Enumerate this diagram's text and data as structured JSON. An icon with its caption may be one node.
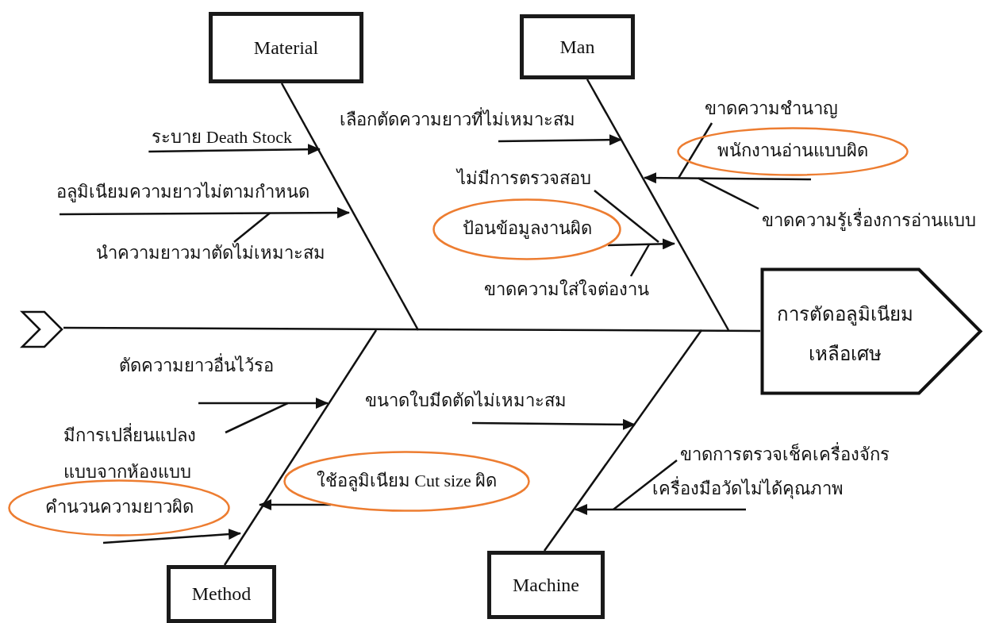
{
  "diagram": {
    "nodes": [
      {
        "text": [
          "Material"
        ]
      },
      {
        "text": [
          "Man"
        ]
      },
      {
        "text": [
          "ระบาย Death Stock"
        ]
      },
      {
        "text": [
          "อลูมิเนียมความยาวไม่ตามกำหนด"
        ]
      },
      {
        "text": [
          "นำความยาวมาตัดไม่เหมาะสม"
        ]
      },
      {
        "text": [
          "เลือกตัดความยาวที่ไม่เหมาะสม"
        ]
      },
      {
        "text": [
          "ขาดความชำนาญ"
        ]
      },
      {
        "text": [
          "พนักงานอ่านแบบผิด"
        ]
      },
      {
        "text": [
          "ไม่มีการตรวจสอบ"
        ]
      },
      {
        "text": [
          "ป้อนข้อมูลงานผิด"
        ]
      },
      {
        "text": [
          "ขาดความรู้เรื่องการอ่านแบบ"
        ]
      },
      {
        "text": [
          "ขาดความใส่ใจต่องาน"
        ]
      },
      {
        "text": [],
        "shape": "chevron"
      },
      {
        "text": [
          "การตัดอลูมิเนียมเหลือเศษ"
        ]
      },
      {
        "text": [
          "ตัดความยาวอื่นไว้รอ"
        ]
      },
      {
        "text": [
          "ขนาดใบมีดตัดไม่เหมาะสม"
        ]
      },
      {
        "text": [
          "มีการเปลี่ยนแปลงแบบจากห้องแบบ"
        ]
      },
      {
        "text": [
          "ขาดการตรวจเช็คเครื่องจักร"
        ]
      },
      {
        "text": [
          "ใช้อลูมิเนียม Cut size ผิด"
        ]
      },
      {
        "text": [
          "เครื่องมือวัดไม่ได้คุณภาพ"
        ]
      },
      {
        "text": [
          "คำนวนความยาวผิด"
        ]
      },
      {
        "text": [
          "Method"
        ]
      },
      {
        "text": [
          "Machine"
        ]
      }
    ],
    "edges": [
      {
        "from": 12,
        "to": 13,
        "arrow": "none"
      },
      {
        "from": 0,
        "to": null,
        "arrow": "none"
      },
      {
        "from": 1,
        "to": null,
        "arrow": "none"
      },
      {
        "from": 21,
        "to": null,
        "arrow": "none"
      },
      {
        "from": 22,
        "to": null,
        "arrow": "none"
      },
      {
        "from": 2,
        "to": null,
        "arrow": "to"
      },
      {
        "from": 3,
        "to": null,
        "arrow": "to"
      },
      {
        "from": 4,
        "to": 3,
        "arrow": "none"
      },
      {
        "from": 5,
        "to": null,
        "arrow": "to"
      },
      {
        "from": 6,
        "to": 7,
        "arrow": "none"
      },
      {
        "from": 7,
        "to": null,
        "arrow": "to"
      },
      {
        "from": 10,
        "to": 7,
        "arrow": "none"
      },
      {
        "from": 8,
        "to": null,
        "arrow": "none"
      },
      {
        "from": 9,
        "to": null,
        "arrow": "to"
      },
      {
        "from": 11,
        "to": null,
        "arrow": "none"
      },
      {
        "from": 14,
        "to": null,
        "arrow": "to"
      },
      {
        "from": 16,
        "to": 14,
        "arrow": "none"
      },
      {
        "from": 15,
        "to": null,
        "arrow": "to"
      },
      {
        "from": 18,
        "to": null,
        "arrow": "to"
      },
      {
        "from": 17,
        "to": 19,
        "arrow": "none"
      },
      {
        "from": 19,
        "to": null,
        "arrow": "to"
      },
      {
        "from": 20,
        "to": null,
        "arrow": "to"
      }
    ]
  }
}
